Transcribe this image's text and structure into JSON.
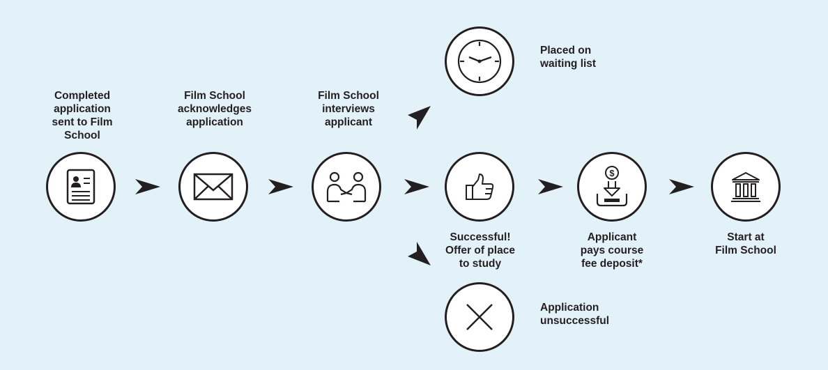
{
  "steps": {
    "completed_application": "Completed\napplication\nsent to Film\nSchool",
    "acknowledges": "Film School\nacknowledges\napplication",
    "interviews": "Film School\ninterviews\napplicant",
    "successful": "Successful!\nOffer of place\nto study",
    "pays_deposit": "Applicant\npays course\nfee deposit*",
    "start": "Start at\nFilm School",
    "waiting_list": "Placed on\nwaiting list",
    "unsuccessful": "Application\nunsuccessful"
  },
  "icons": {
    "document": "application-document-icon",
    "envelope": "envelope-icon",
    "handshake": "handshake-icon",
    "thumbs_up": "thumbs-up-icon",
    "deposit": "dollar-deposit-icon",
    "institution": "building-icon",
    "clock": "clock-icon",
    "cross": "cross-icon"
  },
  "colors": {
    "background": "#e3f2f9",
    "stroke": "#231f20",
    "circle_fill": "#ffffff"
  }
}
